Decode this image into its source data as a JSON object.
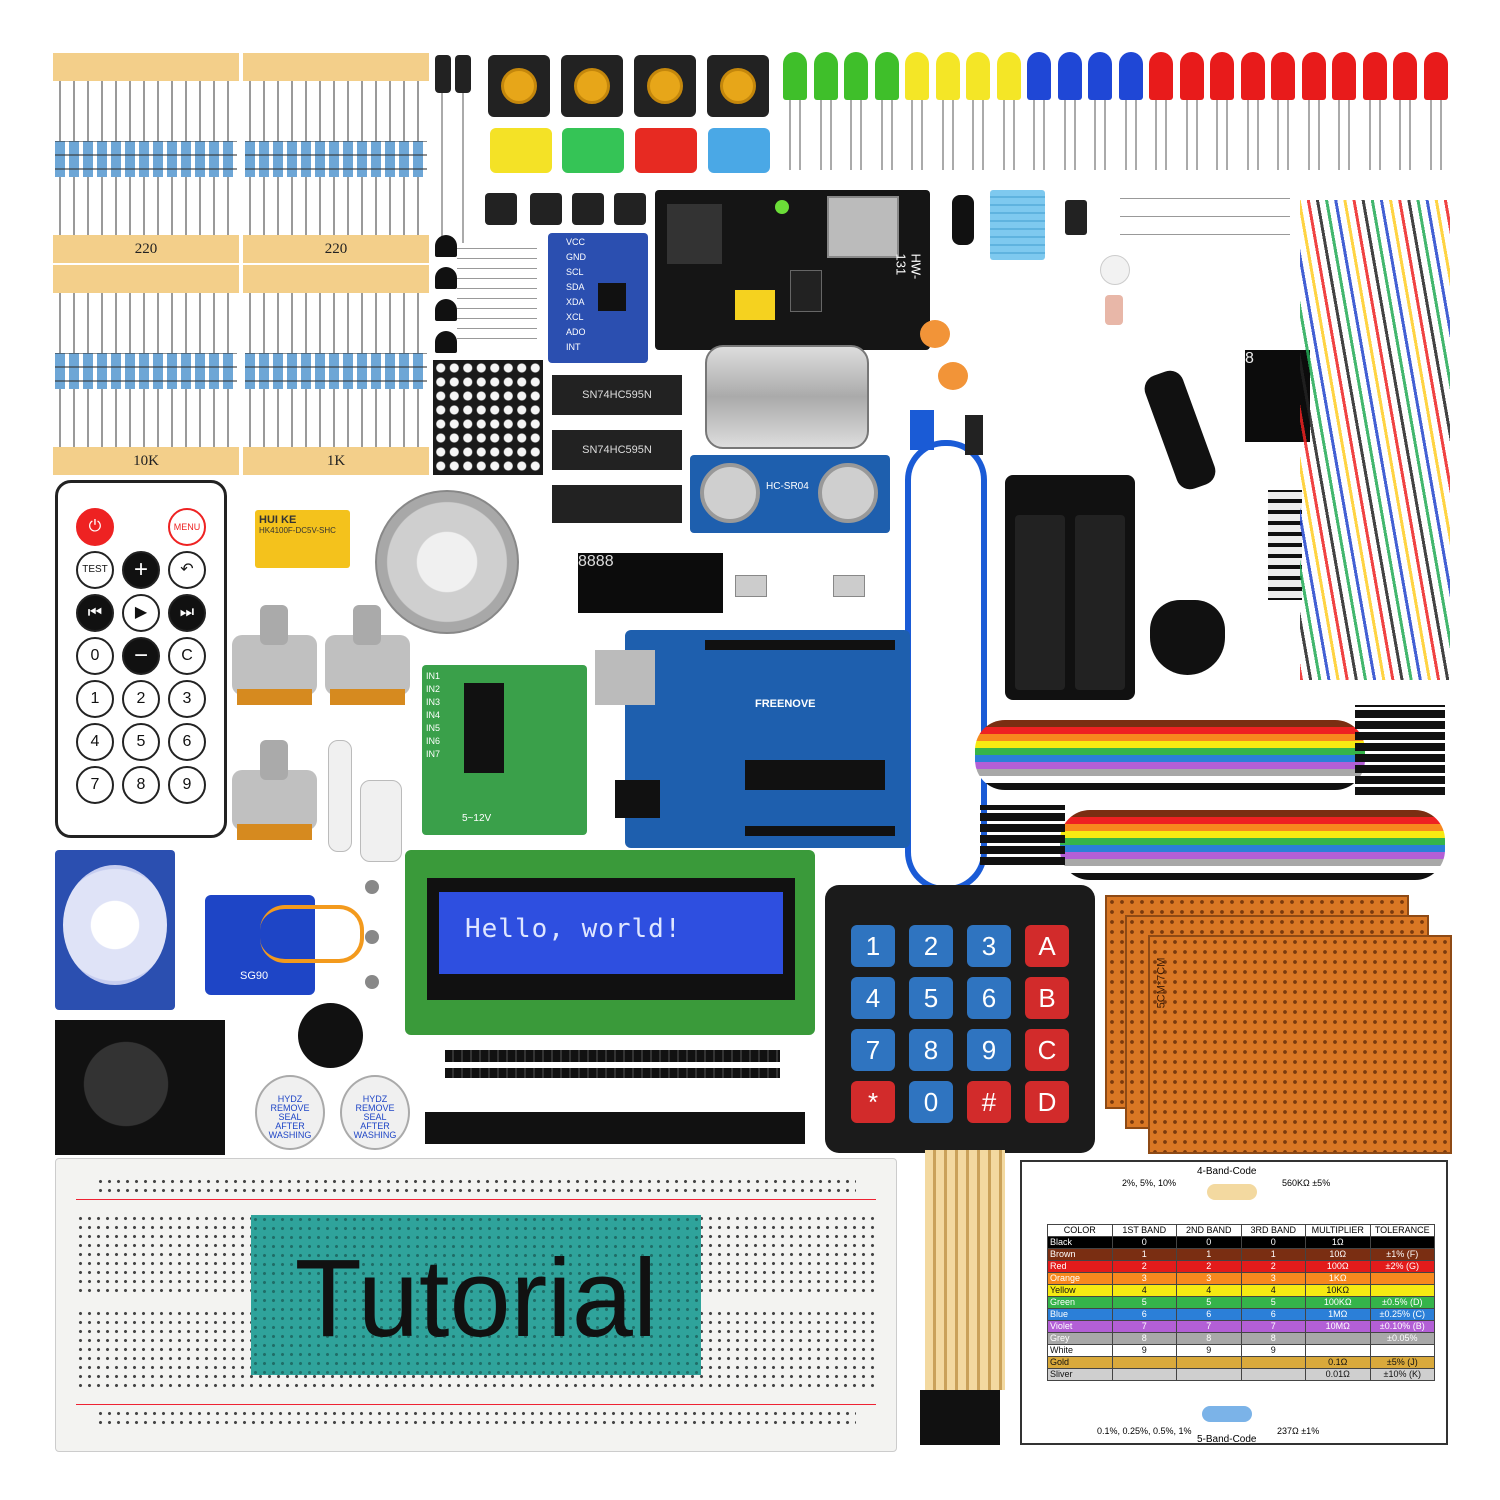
{
  "resistors": [
    {
      "label": "220"
    },
    {
      "label": "220"
    },
    {
      "label": "10K"
    },
    {
      "label": "1K"
    }
  ],
  "remote": {
    "buttons": [
      {
        "label": "⏻",
        "kind": "power"
      },
      {
        "label": "MENU",
        "kind": "menu"
      },
      {
        "label": "TEST"
      },
      {
        "label": "+"
      },
      {
        "label": "↶"
      },
      {
        "label": "⏮"
      },
      {
        "label": "▶"
      },
      {
        "label": "⏭"
      },
      {
        "label": "0"
      },
      {
        "label": "−"
      },
      {
        "label": "C"
      },
      {
        "label": "1"
      },
      {
        "label": "2"
      },
      {
        "label": "3"
      },
      {
        "label": "4"
      },
      {
        "label": "5"
      },
      {
        "label": "6"
      },
      {
        "label": "7"
      },
      {
        "label": "8"
      },
      {
        "label": "9"
      }
    ]
  },
  "relay": {
    "brand": "HUI KE",
    "model": "HK4100F-DC5V-SHC"
  },
  "lcd": {
    "text": "Hello, world!"
  },
  "keypad": {
    "keys": [
      "1",
      "2",
      "3",
      "A",
      "4",
      "5",
      "6",
      "B",
      "7",
      "8",
      "9",
      "C",
      "*",
      "0",
      "#",
      "D"
    ]
  },
  "modules": {
    "power_module": "HW-131",
    "ultrasonic": "HC-SR04",
    "servo": "SG90",
    "shift_register": "SN74HC595N",
    "arduino_brand": "FREENOVE",
    "gyro_pins": [
      "VCC",
      "GND",
      "SCL",
      "SDA",
      "XDA",
      "XCL",
      "ADO",
      "INT"
    ],
    "driver_pins": [
      "IN1",
      "IN2",
      "IN3",
      "IN4",
      "IN5",
      "IN6",
      "IN7"
    ],
    "driver_voltage": "5~12V",
    "buzzer_label": [
      "HYDZ",
      "REMOVE",
      "SEAL",
      "AFTER",
      "WASHING"
    ],
    "prototype_board_label": "5CM*7CM"
  },
  "breadboard": {
    "title": "Tutorial"
  },
  "color_code_chart": {
    "four_band_title": "4-Band-Code",
    "four_band_left": "2%, 5%, 10%",
    "four_band_right": "560KΩ ±5%",
    "five_band_title": "5-Band-Code",
    "five_band_left": "0.1%, 0.25%, 0.5%, 1%",
    "five_band_right": "237Ω ±1%",
    "headers": [
      "COLOR",
      "1ST BAND",
      "2ND BAND",
      "3RD BAND",
      "MULTIPLIER",
      "TOLERANCE"
    ],
    "rows": [
      {
        "color": "Black",
        "b1": "0",
        "b2": "0",
        "b3": "0",
        "mult": "1Ω",
        "tol": "",
        "bg": "#000000",
        "fg": "#ffffff"
      },
      {
        "color": "Brown",
        "b1": "1",
        "b2": "1",
        "b3": "1",
        "mult": "10Ω",
        "tol": "±1%     (F)",
        "bg": "#7a2e12",
        "fg": "#ffffff"
      },
      {
        "color": "Red",
        "b1": "2",
        "b2": "2",
        "b3": "2",
        "mult": "100Ω",
        "tol": "±2%     (G)",
        "bg": "#e31b1b",
        "fg": "#ffffff"
      },
      {
        "color": "Orange",
        "b1": "3",
        "b2": "3",
        "b3": "3",
        "mult": "1KΩ",
        "tol": "",
        "bg": "#f7891e",
        "fg": "#ffffff"
      },
      {
        "color": "Yellow",
        "b1": "4",
        "b2": "4",
        "b3": "4",
        "mult": "10KΩ",
        "tol": "",
        "bg": "#f6ea12",
        "fg": "#111111"
      },
      {
        "color": "Green",
        "b1": "5",
        "b2": "5",
        "b3": "5",
        "mult": "100KΩ",
        "tol": "±0.5%   (D)",
        "bg": "#35b44a",
        "fg": "#ffffff"
      },
      {
        "color": "Blue",
        "b1": "6",
        "b2": "6",
        "b3": "6",
        "mult": "1MΩ",
        "tol": "±0.25%  (C)",
        "bg": "#2b7fd8",
        "fg": "#ffffff"
      },
      {
        "color": "Violet",
        "b1": "7",
        "b2": "7",
        "b3": "7",
        "mult": "10MΩ",
        "tol": "±0.10%  (B)",
        "bg": "#b35fd6",
        "fg": "#ffffff"
      },
      {
        "color": "Grey",
        "b1": "8",
        "b2": "8",
        "b3": "8",
        "mult": "",
        "tol": "±0.05%",
        "bg": "#a8a8a8",
        "fg": "#ffffff"
      },
      {
        "color": "White",
        "b1": "9",
        "b2": "9",
        "b3": "9",
        "mult": "",
        "tol": "",
        "bg": "#ffffff",
        "fg": "#111111"
      },
      {
        "color": "Gold",
        "b1": "",
        "b2": "",
        "b3": "",
        "mult": "0.1Ω",
        "tol": "±5%     (J)",
        "bg": "#d9a93b",
        "fg": "#111111"
      },
      {
        "color": "Sliver",
        "b1": "",
        "b2": "",
        "b3": "",
        "mult": "0.01Ω",
        "tol": "±10%    (K)",
        "bg": "#cfcfcf",
        "fg": "#111111"
      }
    ]
  },
  "colors": {
    "led_green": "#3fbf2a",
    "led_yellow": "#f4e626",
    "led_blue": "#1f47d6",
    "led_red": "#e81b1b",
    "pcb_blue": "#1e5fae",
    "lcd_blue": "#2e4fe0",
    "breadboard_teal": "#2fa39b"
  }
}
